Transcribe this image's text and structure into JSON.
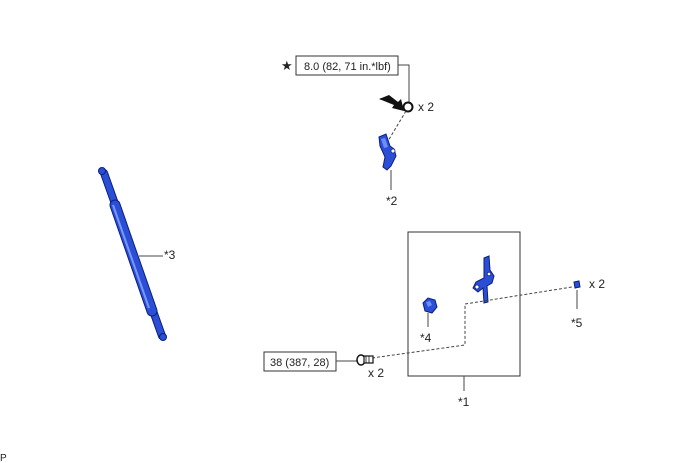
{
  "torque_specs": {
    "top": "8.0 (82, 71 in.*lbf)",
    "bottom": "38 (387, 28)"
  },
  "symbols": {
    "star": "★"
  },
  "quantities": {
    "top_bolt": "x 2",
    "bottom_bolt": "x 2",
    "nut": "x 2"
  },
  "callouts": {
    "c1": "*1",
    "c2": "*2",
    "c3": "*3",
    "c4": "*4",
    "c5": "*5"
  },
  "corner_code": "P",
  "icons": {
    "star": "star-icon",
    "arrow": "arrow-icon"
  },
  "colors": {
    "part_fill": "#2a4fd6",
    "part_outline": "#0c1f7a",
    "line": "#444444"
  }
}
